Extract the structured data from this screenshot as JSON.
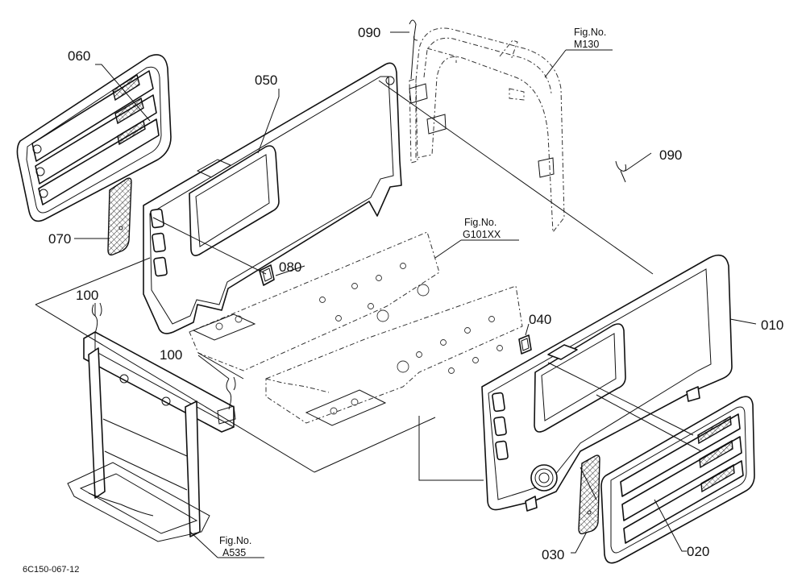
{
  "diagram": {
    "part_labels": {
      "p010": "010",
      "p020": "020",
      "p030": "030",
      "p040": "040",
      "p050": "050",
      "p060": "060",
      "p070": "070",
      "p080": "080",
      "p090a": "090",
      "p090b": "090",
      "p100a": "100",
      "p100b": "100"
    },
    "figure_refs": {
      "m130": {
        "prefix": "Fig.No.",
        "number": "M130"
      },
      "g101": {
        "prefix": "Fig.No.",
        "number": "G101XX"
      },
      "a535": {
        "prefix": "Fig.No.",
        "number": "A535"
      }
    },
    "drawing_code": "6C150-067-12"
  }
}
